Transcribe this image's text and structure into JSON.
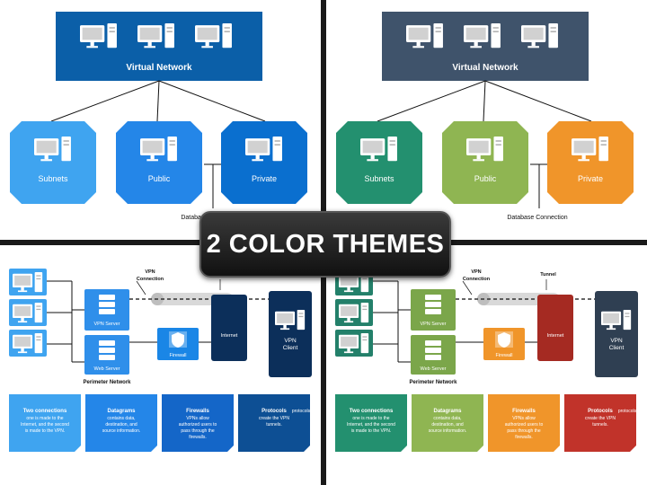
{
  "banner": {
    "text": "2 COLOR THEMES"
  },
  "top": {
    "title": "Virtual Network",
    "children": [
      "Subnets",
      "Public",
      "Private"
    ],
    "connection_label": "Database Connection"
  },
  "bottom": {
    "vpn_server": "VPN Server",
    "web_server": "Web Server",
    "perimeter": "Perimeter Network",
    "vpn_connection": [
      "VPN",
      "Connection"
    ],
    "tunnel": "Tunnel",
    "firewall": "Firewall",
    "internet": "Internet",
    "vpn_client": [
      "VPN",
      "Client"
    ],
    "cards": [
      {
        "title": "Two connections",
        "lines": [
          "one is made to the",
          "Internet, and the second",
          "is made to the VPN."
        ]
      },
      {
        "title": "Datagrams",
        "lines": [
          "contains data,",
          "destination, and",
          "source information."
        ]
      },
      {
        "title": "Firewalls",
        "lines": [
          "VPNs allow",
          "authorized users to",
          "pass through the",
          "firewalls."
        ]
      },
      {
        "title": "Protocols",
        "title_suffix": "protocols",
        "lines": [
          "create the VPN",
          "tunnels."
        ]
      }
    ]
  },
  "themes": [
    {
      "name": "blue",
      "title_box": "#0b5fa8",
      "c1": "#3fa4f0",
      "c2": "#2486e8",
      "c3": "#0a6fcf",
      "client": "#0c2f5a",
      "internet": "#0c2f5a",
      "firewall": "#1a86e6",
      "server": "#2f8fea",
      "pc": "#3fa4f0",
      "cards": [
        "#3fa4f0",
        "#2486e8",
        "#1466c8",
        "#0d4f94"
      ]
    },
    {
      "name": "multi",
      "title_box": "#3f536b",
      "c1": "#23906f",
      "c2": "#8fb552",
      "c3": "#f0952a",
      "client": "#2f3f52",
      "internet": "#a52a22",
      "firewall": "#f0952a",
      "server": "#7ba64a",
      "pc": "#23806a",
      "cards": [
        "#23906f",
        "#8fb552",
        "#f0952a",
        "#c1332a"
      ]
    }
  ]
}
